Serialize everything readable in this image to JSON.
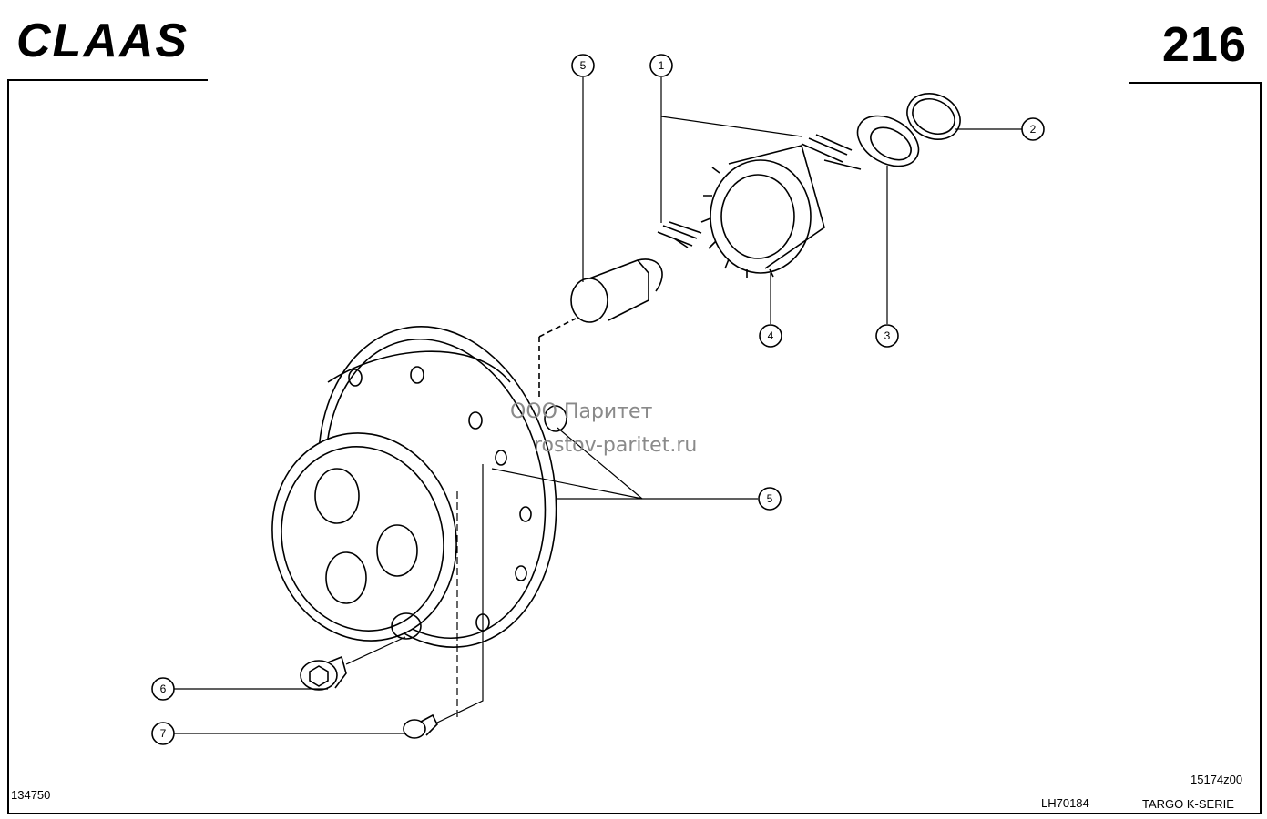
{
  "header": {
    "brand": "CLAAS",
    "page_number": "216"
  },
  "watermark": {
    "line1": "ООО Паритет",
    "line2": "rostov-paritet.ru"
  },
  "callouts": [
    "5",
    "1",
    "2",
    "3",
    "4",
    "5",
    "6",
    "7"
  ],
  "footer": {
    "left_code": "134750",
    "drawing_number": "LH70184",
    "doc_code": "15174z00",
    "series": "TARGO K-SERIE"
  }
}
